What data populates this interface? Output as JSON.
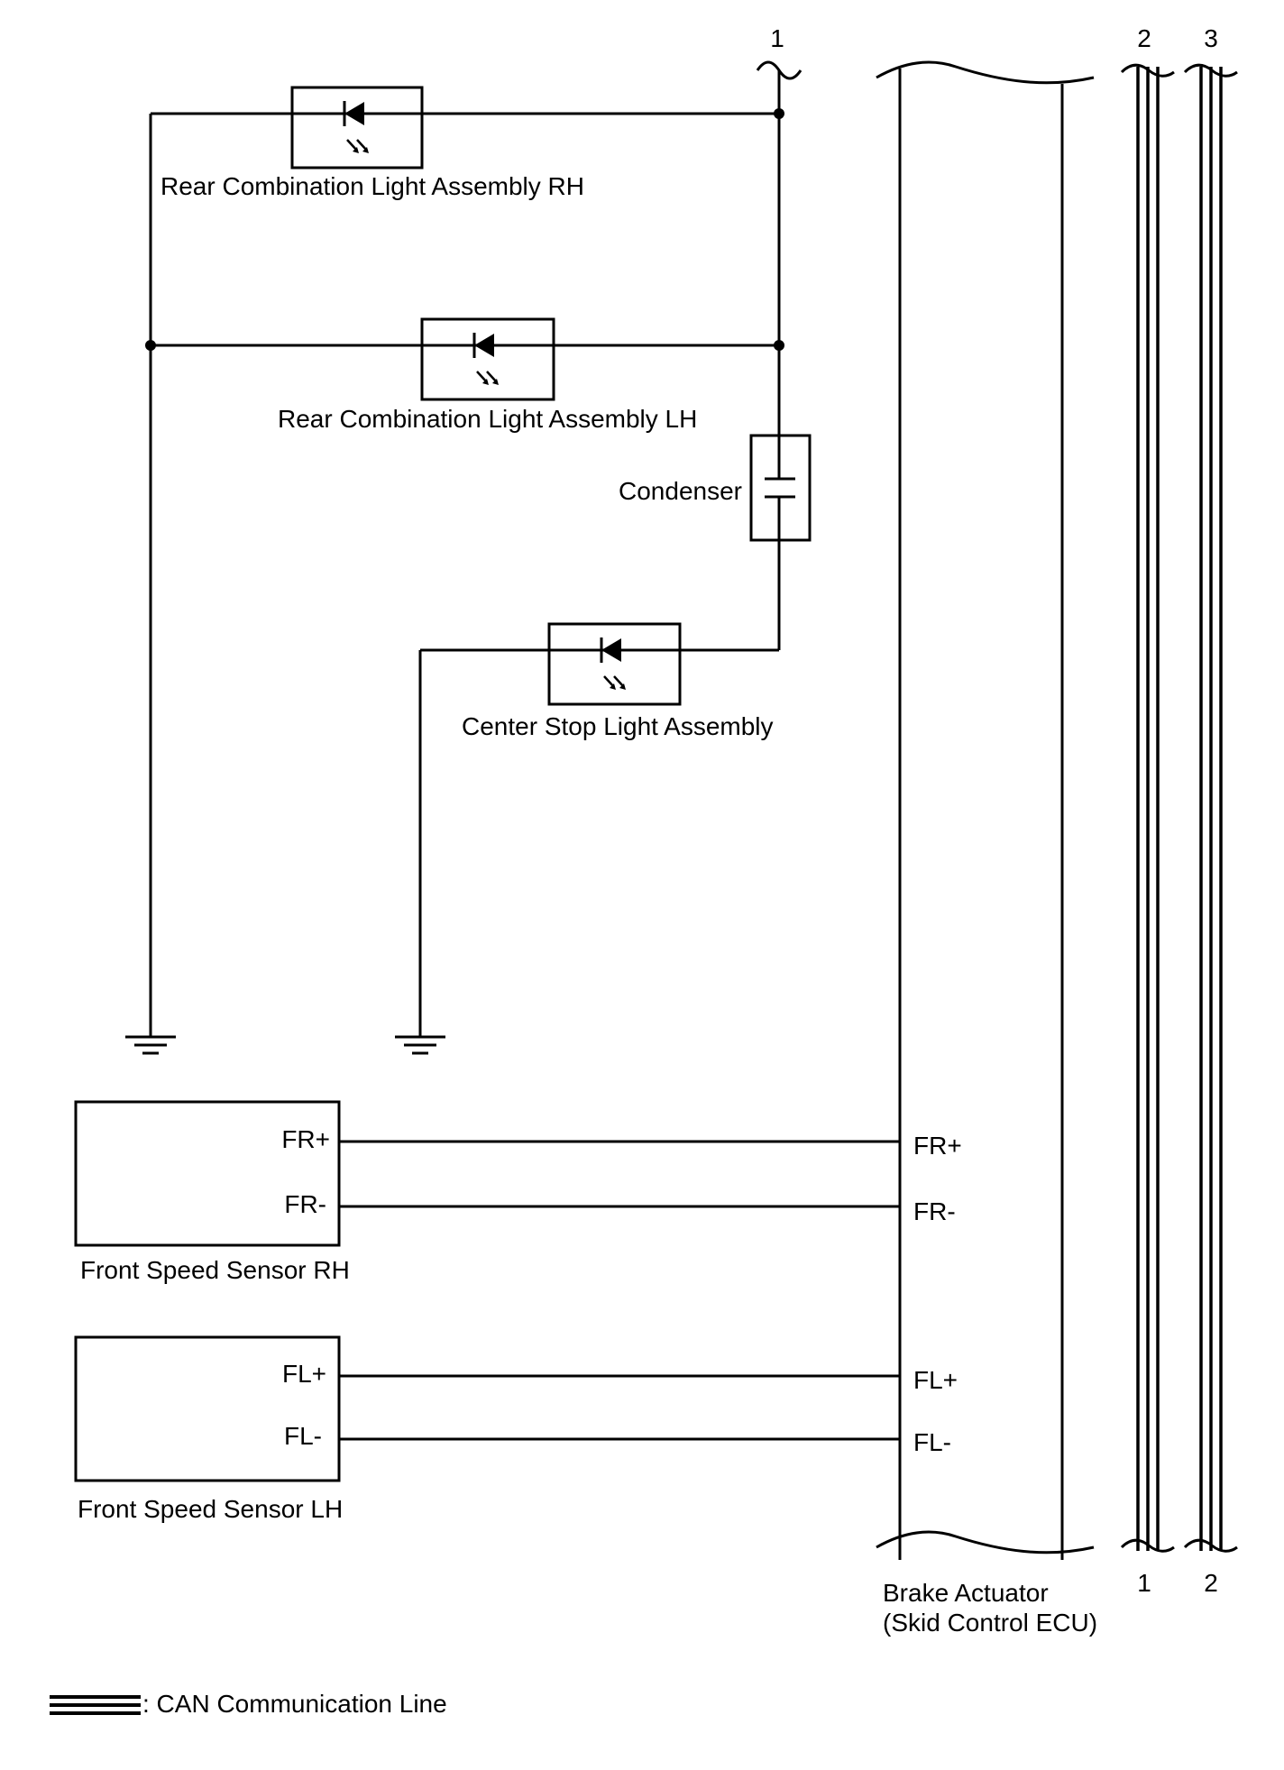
{
  "labels": {
    "rear_rh": "Rear Combination Light Assembly RH",
    "rear_lh": "Rear Combination Light Assembly LH",
    "condenser": "Condenser",
    "center_stop": "Center Stop Light Assembly",
    "front_rh": "Front Speed Sensor RH",
    "front_lh": "Front Speed Sensor LH",
    "brake_actuator_1": "Brake Actuator",
    "brake_actuator_2": "(Skid Control ECU)",
    "legend": ": CAN Communication Line"
  },
  "pins": {
    "rh_plus": "FR+",
    "rh_minus": "FR-",
    "lh_plus": "FL+",
    "lh_minus": "FL-",
    "ecu_fr_plus": "FR+",
    "ecu_fr_minus": "FR-",
    "ecu_fl_plus": "FL+",
    "ecu_fl_minus": "FL-"
  },
  "connectors": {
    "top_1": "1",
    "top_2": "2",
    "top_3": "3",
    "bottom_1": "1",
    "bottom_2": "2"
  },
  "colors": {
    "line": "#000000",
    "background": "#ffffff"
  }
}
